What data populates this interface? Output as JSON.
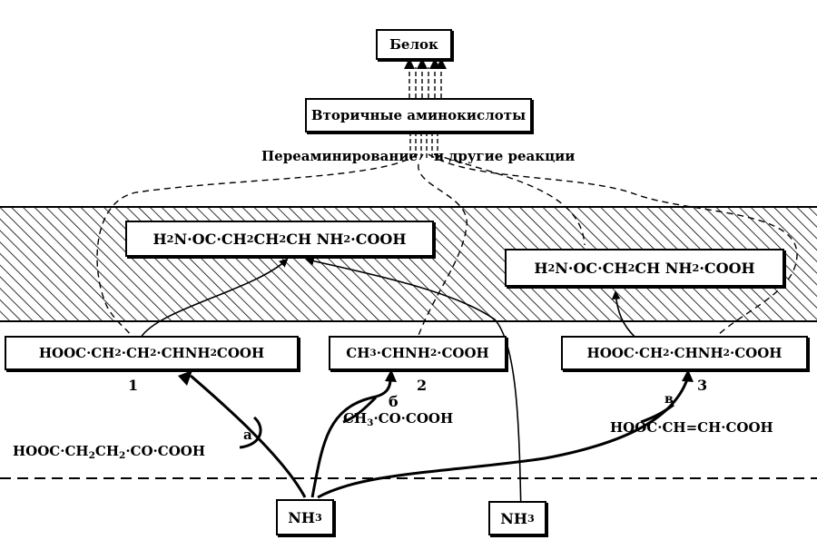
{
  "diagram": {
    "top_box": "Белок",
    "secondary_box": "Вторичные аминокислоты",
    "reaction_label_left": "Переаминирование",
    "reaction_label_right": "и другие реакции",
    "glutamine": [
      "H",
      "2",
      "N·OC·CH",
      "2",
      "CH",
      "2",
      "CH NH",
      "2",
      "·COOH"
    ],
    "asparagine": [
      "H",
      "2",
      "N·OC·CH",
      "2",
      "CH NH",
      "2",
      "·COOH"
    ],
    "glutamate": [
      "HOOC·CH",
      "2",
      "·CH",
      "2",
      "·CHNH",
      "2",
      " COOH"
    ],
    "alanine": [
      "CH",
      "3",
      "·CHNH",
      "2",
      "·COOH"
    ],
    "aspartate": [
      "HOOC·CH",
      "2",
      "·CHNH",
      "2",
      "·COOH"
    ],
    "ketoglutarate": [
      "HOOC·CH",
      "2",
      "CH",
      "2",
      "·CO·COOH"
    ],
    "pyruvate": [
      "CH",
      "3",
      "·CO·COOH"
    ],
    "fumarate": "HOOC·CH=CH·COOH",
    "ammonia_left": [
      "NH",
      "3"
    ],
    "ammonia_right": [
      "NH",
      "3"
    ],
    "num_1": "1",
    "num_2": "2",
    "num_3": "3",
    "letter_a": "а",
    "letter_b": "б",
    "letter_v": "в"
  }
}
